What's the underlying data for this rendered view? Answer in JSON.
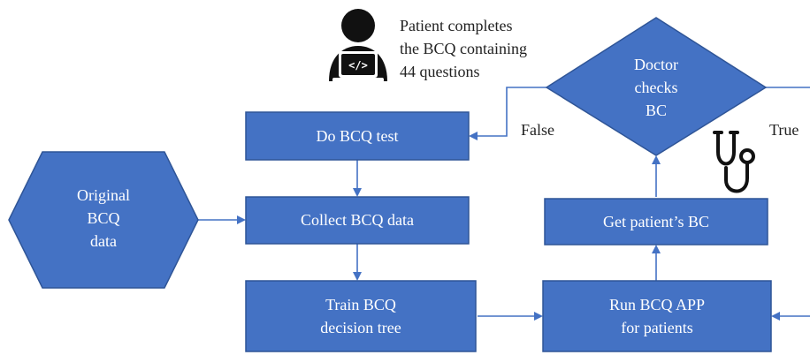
{
  "colors": {
    "node_fill": "#4472C4",
    "node_stroke": "#2F5597",
    "arrow": "#4472C4",
    "icon": "#111111"
  },
  "nodes": {
    "original": {
      "line1": "Original",
      "line2": "BCQ",
      "line3": "data"
    },
    "do_test": {
      "label": "Do BCQ test"
    },
    "collect": {
      "label": "Collect BCQ data"
    },
    "train": {
      "line1": "Train BCQ",
      "line2": "decision tree"
    },
    "run_app": {
      "line1": "Run BCQ APP",
      "line2": "for patients"
    },
    "get_bc": {
      "label": "Get patient’s BC"
    },
    "doctor": {
      "line1": "Doctor",
      "line2": "checks",
      "line3": "BC"
    }
  },
  "edge_labels": {
    "false": "False",
    "true": "True"
  },
  "annotation": {
    "line1": "Patient completes",
    "line2": "the BCQ containing",
    "line3": "44 questions"
  },
  "icons": {
    "patient": "user-laptop-icon",
    "laptop_code": "</>",
    "doctor": "stethoscope-icon"
  }
}
